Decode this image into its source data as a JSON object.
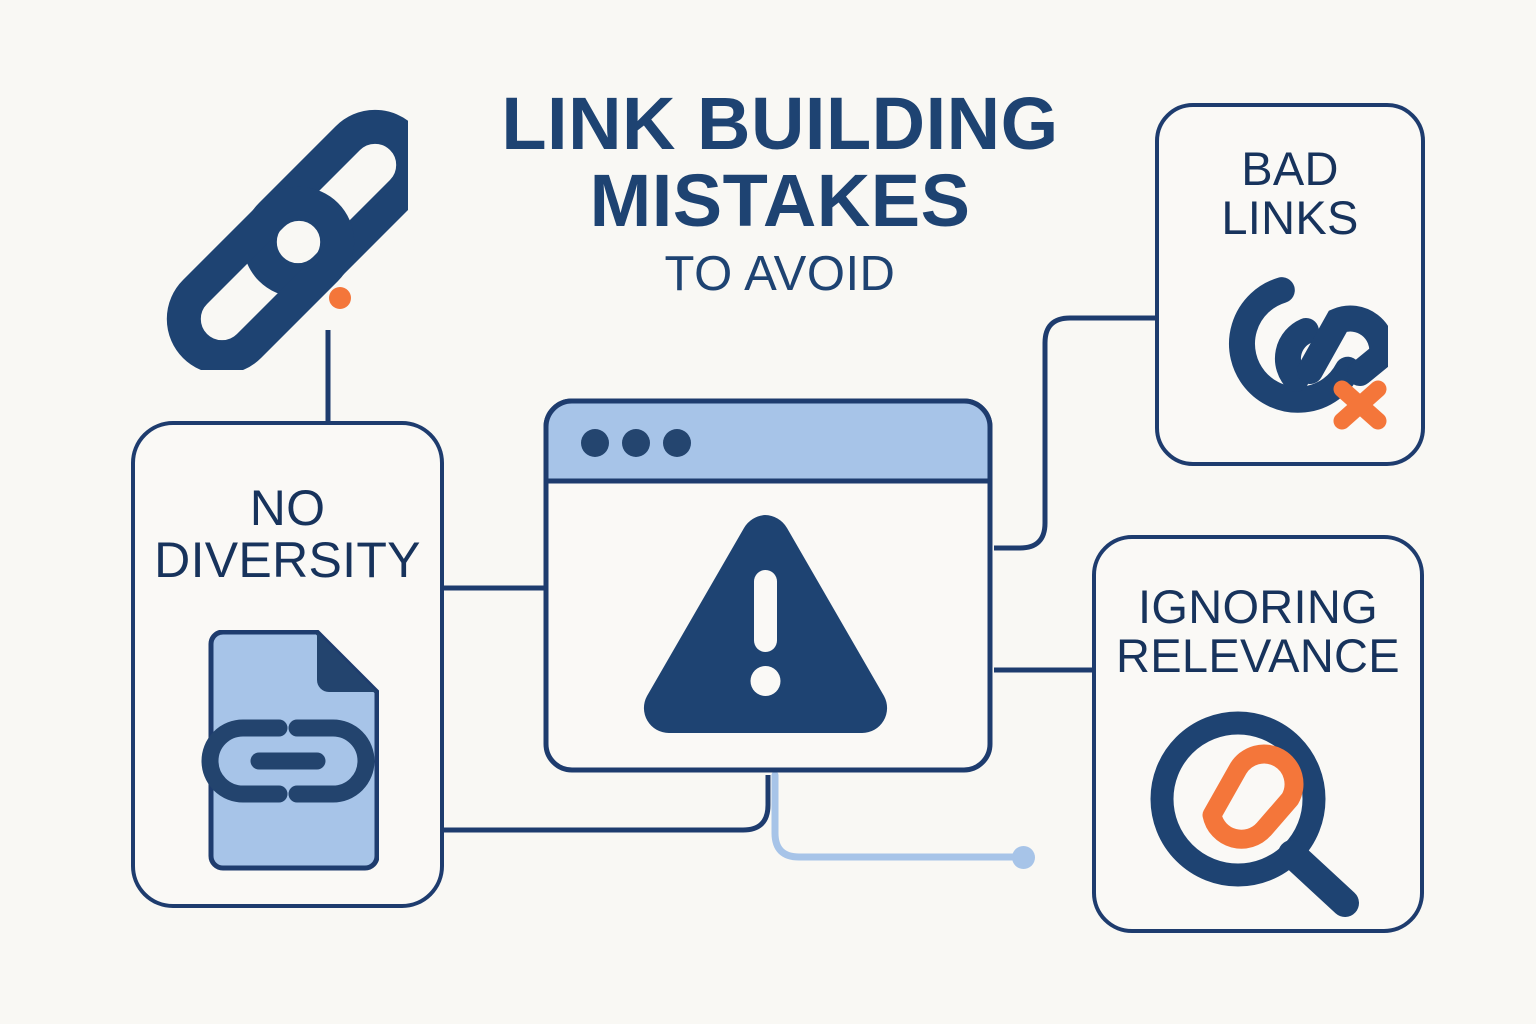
{
  "theme": {
    "background": "#f9f8f4",
    "navy_dark": "#1e3c6e",
    "navy_text": "#17335c",
    "navy_title": "#1e4372",
    "light_blue": "#a7c4e8",
    "orange_accent": "#f4763a"
  },
  "header": {
    "title_line_1": "LINK BUILDING",
    "title_line_2": "MISTAKES",
    "subtitle": "TO AVOID"
  },
  "hero": {
    "icon": "chain-link-icon",
    "accent_dot": "orange-dot"
  },
  "center": {
    "name": "browser-window",
    "titlebar_dots": 3,
    "icon": "warning-triangle-icon"
  },
  "cards": [
    {
      "id": "no-diversity",
      "label_line_1": "NO",
      "label_line_2": "DIVERSITY",
      "icon": "document-link-icon",
      "position": "left"
    },
    {
      "id": "bad-links",
      "label_line_1": "BAD",
      "label_line_2": "LINKS",
      "icon": "broken-chain-x-icon",
      "position": "top-right"
    },
    {
      "id": "ignoring-relevance",
      "label_line_1": "IGNORING",
      "label_line_2": "RELEVANCE",
      "icon": "magnifier-link-icon",
      "position": "bottom-right"
    }
  ],
  "connectors": [
    {
      "name": "hero-to-no-diversity",
      "style": "solid-navy"
    },
    {
      "name": "no-diversity-to-browser",
      "style": "solid-navy"
    },
    {
      "name": "browser-to-bad-links",
      "style": "solid-navy"
    },
    {
      "name": "browser-to-ignoring-relevance",
      "style": "solid-navy"
    },
    {
      "name": "browser-bottom-to-left",
      "style": "solid-navy"
    },
    {
      "name": "browser-bottom-to-dot",
      "style": "solid-light-blue"
    }
  ]
}
